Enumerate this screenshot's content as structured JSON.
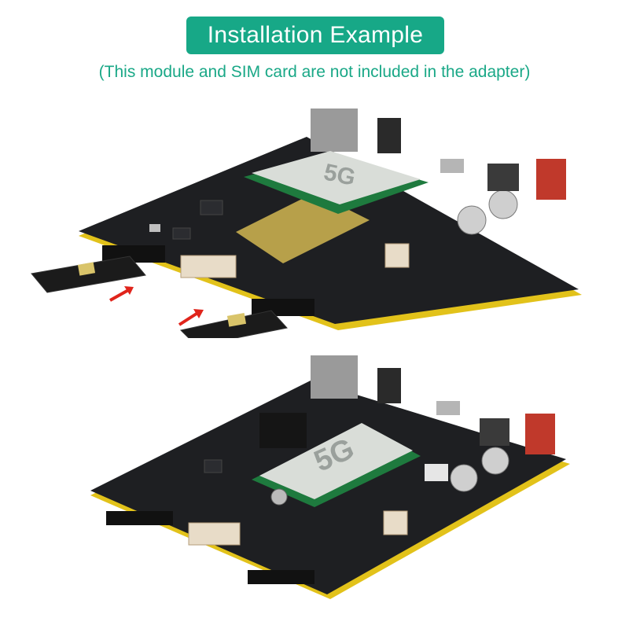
{
  "header": {
    "title": "Installation Example",
    "subtitle": "(This module and SIM card are not included in the adapter)"
  },
  "module_label": "5G",
  "colors": {
    "accent": "#17a887",
    "pcb": "#1e1f22",
    "pcb_edge": "#e2c21a",
    "module": "#d9ddd8",
    "arrow": "#e0241b",
    "sim_gold": "#d9c46a"
  },
  "icons": [
    "sim-card-icon",
    "arrow-icon",
    "5g-module-icon",
    "connector-icon",
    "capacitor-icon",
    "usb-port-icon",
    "switch-icon"
  ]
}
